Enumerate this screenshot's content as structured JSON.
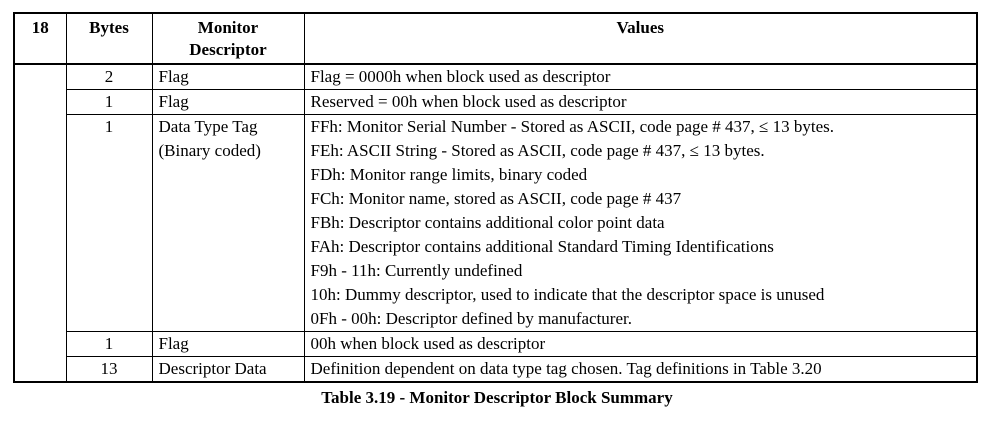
{
  "table": {
    "headers": {
      "section": "18",
      "bytes": "Bytes",
      "monitor_descriptor_line1": "Monitor",
      "monitor_descriptor_line2": "Descriptor",
      "values": "Values"
    },
    "rows": [
      {
        "bytes": "2",
        "field": [
          "Flag"
        ],
        "values": [
          "Flag = 0000h when block used as descriptor"
        ]
      },
      {
        "bytes": "1",
        "field": [
          "Flag"
        ],
        "values": [
          "Reserved = 00h when block used as descriptor"
        ]
      },
      {
        "bytes": "1",
        "field": [
          "Data Type Tag",
          "(Binary coded)"
        ],
        "values": [
          "FFh: Monitor Serial Number - Stored as ASCII, code page # 437, ≤ 13 bytes.",
          "FEh: ASCII String  - Stored as ASCII, code page # 437, ≤ 13 bytes.",
          "FDh: Monitor range limits, binary coded",
          "FCh: Monitor name, stored as ASCII, code page # 437",
          "FBh: Descriptor contains additional color point data",
          "FAh: Descriptor contains additional Standard Timing Identifications",
          "F9h - 11h: Currently undefined",
          "10h: Dummy descriptor, used to indicate that the descriptor space is unused",
          "0Fh - 00h: Descriptor defined by manufacturer."
        ]
      },
      {
        "bytes": "1",
        "field": [
          "Flag"
        ],
        "values": [
          "00h when block used as descriptor"
        ]
      },
      {
        "bytes": "13",
        "field": [
          "Descriptor Data"
        ],
        "values": [
          "Definition dependent on data type tag chosen.  Tag definitions in Table 3.20"
        ]
      }
    ]
  },
  "caption": "Table 3.19 - Monitor Descriptor Block Summary"
}
